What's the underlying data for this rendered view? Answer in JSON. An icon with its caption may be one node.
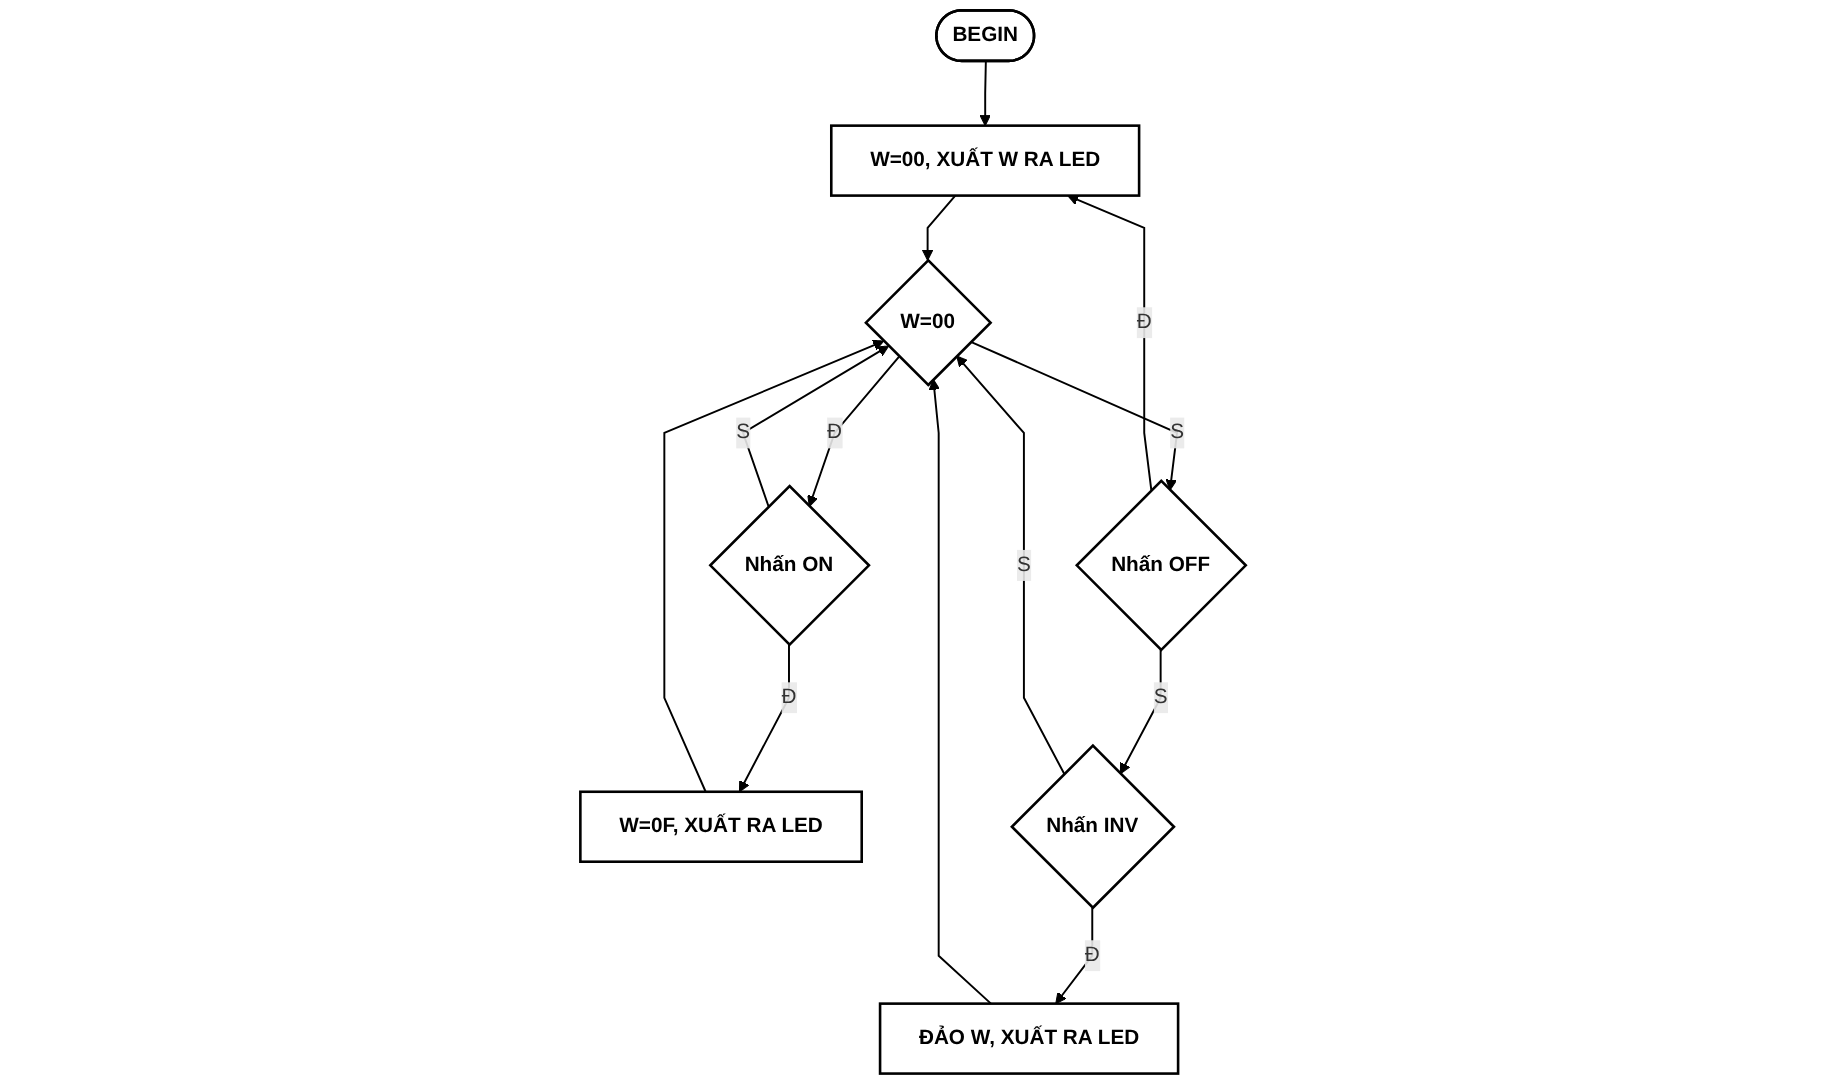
{
  "diagram": {
    "nodes": [
      {
        "text": [
          "BEGIN"
        ]
      },
      {
        "text": [
          "W=00, XUẤT W RA LED"
        ]
      },
      {
        "text": [
          "W=00"
        ]
      },
      {
        "text": [
          "Nhấn ON"
        ]
      },
      {
        "text": [
          "W=0F, XUẤT RA LED"
        ]
      },
      {
        "text": [
          "Nhấn OFF"
        ]
      },
      {
        "text": [
          "Nhấn INV"
        ]
      },
      {
        "text": [
          "ĐẢO W, XUẤT RA LED"
        ]
      }
    ],
    "edges": [
      {
        "from": 0,
        "to": 1,
        "arrow": "to"
      },
      {
        "from": 1,
        "to": 2,
        "arrow": "to"
      },
      {
        "from": 2,
        "to": 3,
        "label": "Đ",
        "arrow": "to"
      },
      {
        "from": 3,
        "to": 4,
        "label": "Đ",
        "arrow": "to"
      },
      {
        "from": 3,
        "to": 2,
        "label": "S",
        "arrow": "to"
      },
      {
        "from": 4,
        "to": 2,
        "arrow": "to"
      },
      {
        "from": 2,
        "to": 5,
        "label": "S",
        "arrow": "to"
      },
      {
        "from": 5,
        "to": 1,
        "label": "Đ",
        "arrow": "to"
      },
      {
        "from": 5,
        "to": 6,
        "label": "S",
        "arrow": "to"
      },
      {
        "from": 6,
        "to": 7,
        "label": "Đ",
        "arrow": "to"
      },
      {
        "from": 6,
        "to": 2,
        "label": "S",
        "arrow": "to"
      },
      {
        "from": 7,
        "to": 2,
        "arrow": "to"
      }
    ]
  }
}
